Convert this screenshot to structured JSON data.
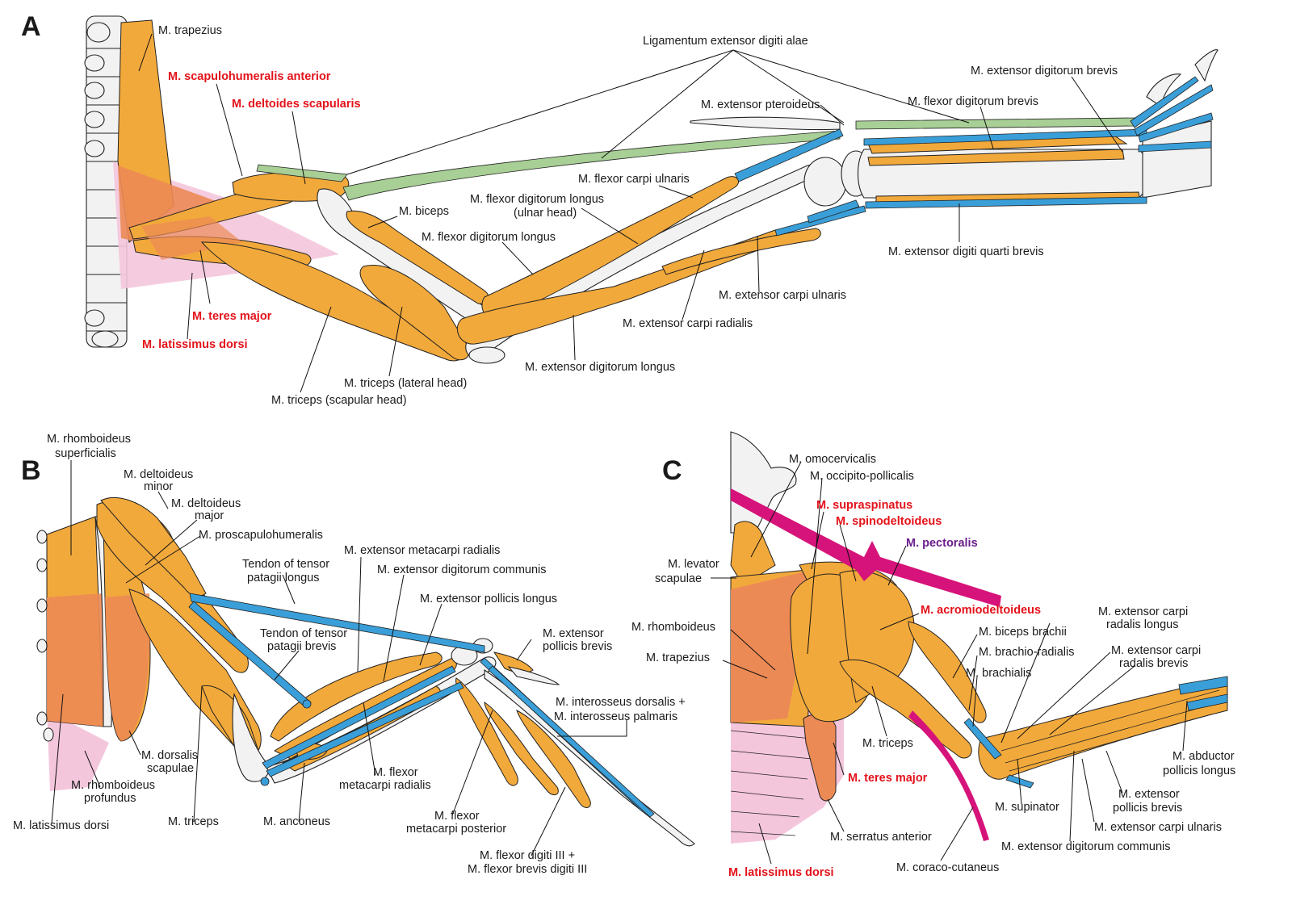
{
  "colors": {
    "muscle": "#f2a93b",
    "muscle_deep": "#ec8a55",
    "membrane": "#f4c6dc",
    "tendon": "#3a9fd9",
    "ligament": "#a8cf95",
    "bone": "#f2f2f2",
    "label_red": "#e3121a",
    "label_purple": "#6b1e8c",
    "nerve_magenta": "#d6137a"
  },
  "panels": {
    "A": {
      "letter": "A",
      "labels": {
        "trapezius": "M. trapezius",
        "scapulohumeralis_anterior": "M. scapulohumeralis anterior",
        "deltoides_scapularis": "M. deltoides scapularis",
        "ligamentum": "Ligamentum extensor digiti alae",
        "extensor_digitorum_brevis": "M. extensor digitorum brevis",
        "flexor_digitorum_brevis": "M. flexor digitorum brevis",
        "extensor_pteroideus": "M. extensor pteroideus",
        "flexor_carpi_ulnaris": "M. flexor carpi ulnaris",
        "flexor_digitorum_longus_ulnar_1": "M. flexor digitorum longus",
        "flexor_digitorum_longus_ulnar_2": "(ulnar head)",
        "biceps": "M. biceps",
        "flexor_digitorum_longus": "M. flexor digitorum longus",
        "extensor_digiti_quarti_brevis": "M. extensor digiti quarti brevis",
        "extensor_carpi_ulnaris": "M. extensor carpi ulnaris",
        "extensor_carpi_radialis": "M. extensor carpi radialis",
        "teres_major": "M. teres major",
        "latissimus_dorsi": "M. latissimus dorsi",
        "extensor_digitorum_longus": "M. extensor digitorum longus",
        "triceps_lateral": "M. triceps (lateral head)",
        "triceps_scapular": "M. triceps (scapular head)"
      }
    },
    "B": {
      "letter": "B",
      "labels": {
        "rhomboideus_superficialis_1": "M. rhomboideus",
        "rhomboideus_superficialis_2": "superficialis",
        "deltoideus_minor_1": "M. deltoideus",
        "deltoideus_minor_2": "minor",
        "deltoideus_major_1": "M. deltoideus",
        "deltoideus_major_2": "major",
        "proscapulohumeralis": "M. proscapulohumeralis",
        "tensor_longus_1": "Tendon of tensor",
        "tensor_longus_2": "patagii longus",
        "tensor_brevis_1": "Tendon of tensor",
        "tensor_brevis_2": "patagii brevis",
        "extensor_metacarpi_radialis": "M. extensor metacarpi radialis",
        "extensor_digitorum_communis": "M. extensor digitorum communis",
        "extensor_pollicis_longus": "M. extensor pollicis longus",
        "extensor_pollicis_brevis_1": "M. extensor",
        "extensor_pollicis_brevis_2": "pollicis brevis",
        "interosseus_1": "M. interosseus dorsalis +",
        "interosseus_2": "M. interosseus palmaris",
        "dorsalis_scapulae_1": "M. dorsalis",
        "dorsalis_scapulae_2": "scapulae",
        "rhomboideus_profundus_1": "M. rhomboideus",
        "rhomboideus_profundus_2": "profundus",
        "latissimus_dorsi": "M. latissimus dorsi",
        "triceps": "M. triceps",
        "anconeus": "M. anconeus",
        "flexor_metacarpi_radialis_1": "M. flexor",
        "flexor_metacarpi_radialis_2": "metacarpi radialis",
        "flexor_metacarpi_posterior_1": "M. flexor",
        "flexor_metacarpi_posterior_2": "metacarpi posterior",
        "flexor_digiti_1": "M. flexor digiti III +",
        "flexor_digiti_2": "M. flexor brevis digiti III"
      }
    },
    "C": {
      "letter": "C",
      "labels": {
        "omocervicalis": "M. omocervicalis",
        "occipito_pollicalis": "M. occipito-pollicalis",
        "supraspinatus": "M. supraspinatus",
        "spinodeltoideus": "M. spinodeltoideus",
        "pectoralis": "M. pectoralis",
        "levator_scapulae_1": "M. levator",
        "levator_scapulae_2": "scapulae",
        "acromiodeltoideus": "M. acromiodeltoideus",
        "rhomboideus": "M. rhomboideus",
        "biceps_brachii": "M. biceps brachii",
        "trapezius": "M. trapezius",
        "brachio_radialis": "M. brachio-radialis",
        "brachialis": "M. brachialis",
        "ecr_longus_1": "M. extensor carpi",
        "ecr_longus_2": "radalis longus",
        "ecr_brevis_1": "M. extensor carpi",
        "ecr_brevis_2": "radalis brevis",
        "triceps": "M. triceps",
        "abductor_pollicis_1": "M. abductor",
        "abductor_pollicis_2": "pollicis longus",
        "teres_major": "M. teres major",
        "supinator": "M. supinator",
        "extensor_pollicis_brevis_1": "M. extensor",
        "extensor_pollicis_brevis_2": "pollicis brevis",
        "serratus_anterior": "M. serratus anterior",
        "extensor_carpi_ulnaris": "M. extensor carpi ulnaris",
        "extensor_digitorum_communis": "M. extensor digitorum communis",
        "latissimus_dorsi": "M. latissimus dorsi",
        "coraco_cutaneus": "M. coraco-cutaneus"
      }
    }
  }
}
